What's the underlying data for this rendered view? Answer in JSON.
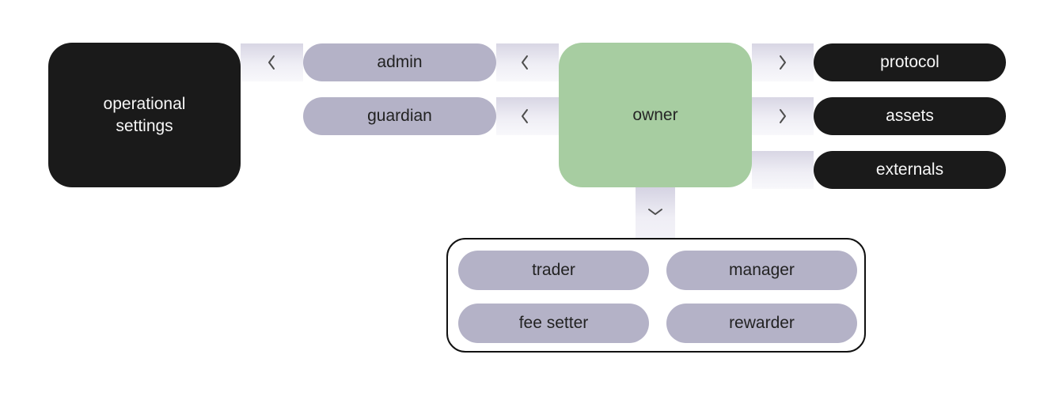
{
  "diagram_title": "owner and operational settings permissions diagram",
  "colors": {
    "background": "#ffffff",
    "node_black": "#1a1a1a",
    "node_green": "#a7cda1",
    "pill_lavender": "#b4b2c7",
    "ribbon_dark": "#d8d6e4",
    "ribbon_light": "#f8f8fb",
    "chevron": "#4d4d4d",
    "roles_box_border": "#111111",
    "text_on_dark": "#f7f7f7",
    "text_on_light": "#222222"
  },
  "nodes": {
    "operational_settings": "operational settings",
    "admin": "admin",
    "guardian": "guardian",
    "owner": "owner",
    "protocol": "protocol",
    "assets": "assets",
    "externals": "externals"
  },
  "roles": {
    "trader": "trader",
    "manager": "manager",
    "fee_setter": "fee setter",
    "rewarder": "rewarder"
  },
  "connectors": [
    {
      "from": "admin",
      "to": "operational_settings",
      "icon": "chevron-left"
    },
    {
      "from": "owner",
      "to": "admin",
      "icon": "chevron-left"
    },
    {
      "from": "owner",
      "to": "guardian",
      "icon": "chevron-left"
    },
    {
      "from": "owner",
      "to": "protocol",
      "icon": "chevron-right"
    },
    {
      "from": "owner",
      "to": "assets",
      "icon": "chevron-right"
    },
    {
      "from": "owner",
      "to": "externals",
      "icon": "chevron-right"
    },
    {
      "from": "owner",
      "to": "roles_box",
      "icon": "chevron-down"
    }
  ]
}
